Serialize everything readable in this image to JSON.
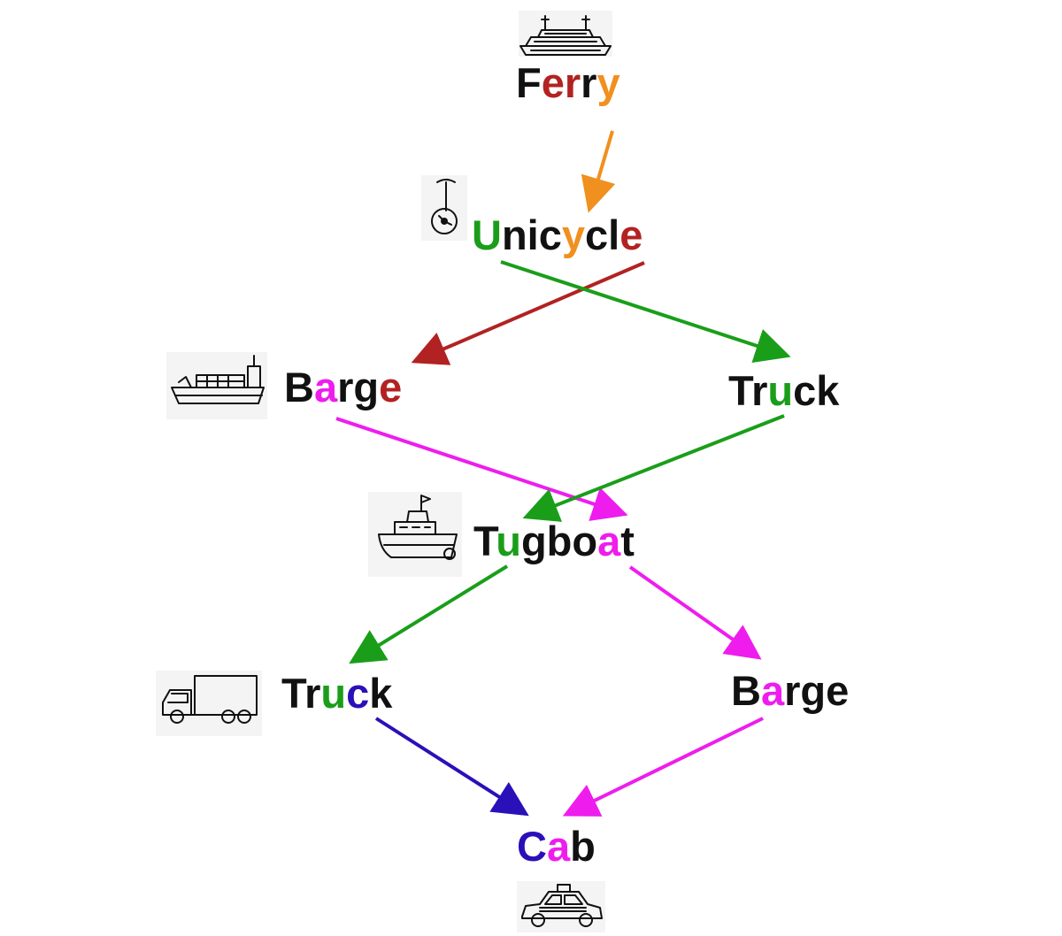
{
  "colors": {
    "black": "#111111",
    "red": "#b22222",
    "orange": "#f0901e",
    "green": "#1a9e1a",
    "magenta": "#ee1dee",
    "blue": "#2a10b8"
  },
  "nodes": [
    {
      "id": "ferry",
      "icon": "ferry-icon",
      "letters": [
        {
          "ch": "F",
          "color": "black"
        },
        {
          "ch": "e",
          "color": "red"
        },
        {
          "ch": "r",
          "color": "red"
        },
        {
          "ch": "r",
          "color": "black"
        },
        {
          "ch": "y",
          "color": "orange"
        }
      ]
    },
    {
      "id": "unicycle",
      "icon": "unicycle-icon",
      "letters": [
        {
          "ch": "U",
          "color": "green"
        },
        {
          "ch": "n",
          "color": "black"
        },
        {
          "ch": "i",
          "color": "black"
        },
        {
          "ch": "c",
          "color": "black"
        },
        {
          "ch": "y",
          "color": "orange"
        },
        {
          "ch": "c",
          "color": "black"
        },
        {
          "ch": "l",
          "color": "black"
        },
        {
          "ch": "e",
          "color": "red"
        }
      ]
    },
    {
      "id": "barge-1",
      "icon": "cargo-ship-icon",
      "letters": [
        {
          "ch": "B",
          "color": "black"
        },
        {
          "ch": "a",
          "color": "magenta"
        },
        {
          "ch": "r",
          "color": "black"
        },
        {
          "ch": "g",
          "color": "black"
        },
        {
          "ch": "e",
          "color": "red"
        }
      ]
    },
    {
      "id": "truck-1",
      "icon": "",
      "letters": [
        {
          "ch": "T",
          "color": "black"
        },
        {
          "ch": "r",
          "color": "black"
        },
        {
          "ch": "u",
          "color": "green"
        },
        {
          "ch": "c",
          "color": "black"
        },
        {
          "ch": "k",
          "color": "black"
        }
      ]
    },
    {
      "id": "tugboat",
      "icon": "tugboat-icon",
      "letters": [
        {
          "ch": "T",
          "color": "black"
        },
        {
          "ch": "u",
          "color": "green"
        },
        {
          "ch": "g",
          "color": "black"
        },
        {
          "ch": "b",
          "color": "black"
        },
        {
          "ch": "o",
          "color": "black"
        },
        {
          "ch": "a",
          "color": "magenta"
        },
        {
          "ch": "t",
          "color": "black"
        }
      ]
    },
    {
      "id": "truck-2",
      "icon": "truck-icon",
      "letters": [
        {
          "ch": "T",
          "color": "black"
        },
        {
          "ch": "r",
          "color": "black"
        },
        {
          "ch": "u",
          "color": "green"
        },
        {
          "ch": "c",
          "color": "blue"
        },
        {
          "ch": "k",
          "color": "black"
        }
      ]
    },
    {
      "id": "barge-2",
      "icon": "",
      "letters": [
        {
          "ch": "B",
          "color": "black"
        },
        {
          "ch": "a",
          "color": "magenta"
        },
        {
          "ch": "r",
          "color": "black"
        },
        {
          "ch": "g",
          "color": "black"
        },
        {
          "ch": "e",
          "color": "black"
        }
      ]
    },
    {
      "id": "cab",
      "icon": "taxi-icon",
      "letters": [
        {
          "ch": "C",
          "color": "blue"
        },
        {
          "ch": "a",
          "color": "magenta"
        },
        {
          "ch": "b",
          "color": "black"
        }
      ]
    }
  ],
  "edges": [
    {
      "from": "ferry",
      "to": "unicycle",
      "color": "orange"
    },
    {
      "from": "unicycle",
      "to": "barge-1",
      "color": "red"
    },
    {
      "from": "unicycle",
      "to": "truck-1",
      "color": "green"
    },
    {
      "from": "barge-1",
      "to": "tugboat",
      "color": "magenta"
    },
    {
      "from": "truck-1",
      "to": "tugboat",
      "color": "green"
    },
    {
      "from": "tugboat",
      "to": "truck-2",
      "color": "green"
    },
    {
      "from": "tugboat",
      "to": "barge-2",
      "color": "magenta"
    },
    {
      "from": "truck-2",
      "to": "cab",
      "color": "blue"
    },
    {
      "from": "barge-2",
      "to": "cab",
      "color": "magenta"
    }
  ]
}
